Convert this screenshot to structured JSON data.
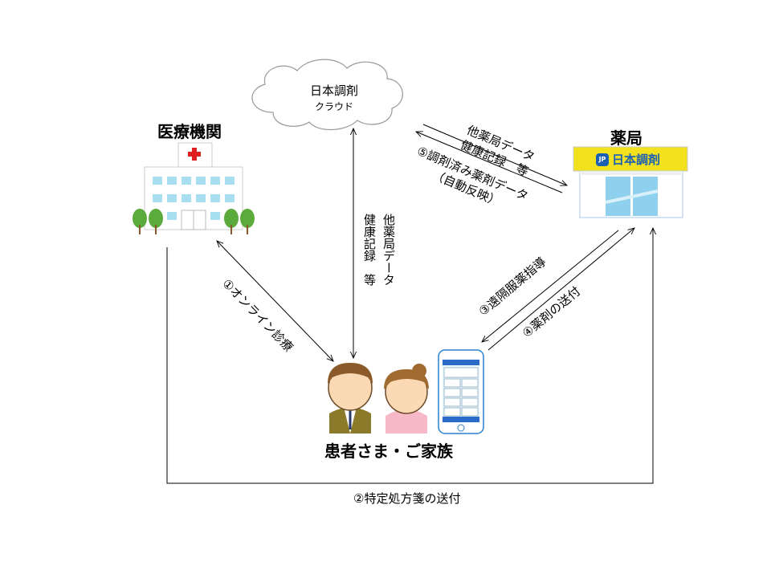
{
  "cloud": {
    "line1": "日本調剤",
    "line2": "クラウド"
  },
  "hospital": {
    "title": "医療機関"
  },
  "pharmacy": {
    "title": "薬局",
    "sign": "日本調剤",
    "sign_logo": "JP"
  },
  "patients": {
    "title": "患者さま・ご家族"
  },
  "flows": {
    "online": "①オンライン診療",
    "prescription": "②特定処方箋の送付",
    "remote": "③遠隔服薬指導",
    "delivery": "④薬剤の送付",
    "data_line1": "他薬局データ",
    "data_line2": "健康記録　等",
    "auto_line1": "⑤調剤済み薬剤データ",
    "auto_line2": "（自動反映）",
    "cloud_col1": "他薬局データ",
    "cloud_col2": "健康記録　等"
  },
  "colors": {
    "sign_yellow": "#f2e21d",
    "sign_blue": "#1a5fb4",
    "glass": "#8fd0ee",
    "cross": "#e02020"
  }
}
